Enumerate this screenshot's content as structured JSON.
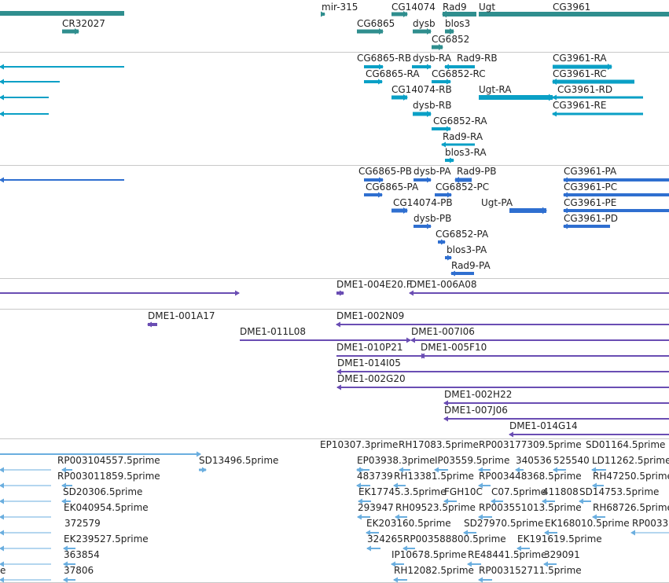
{
  "colors": {
    "gene": "#2f8e8e",
    "transcript": "#0aa0c6",
    "protein": "#2f6fd0",
    "clone": "#6a4db3",
    "est": "#6aaedf",
    "separator": "#c8c8c8",
    "label": "#222222"
  },
  "tracks": [
    {
      "name": "gene-track",
      "labels": [
        "CR32027",
        "mir-315",
        "CG14074",
        "Rad9",
        "Ugt",
        "CG3961",
        "CG6865",
        "dysb",
        "blos3",
        "CG6852"
      ]
    },
    {
      "name": "transcript-track",
      "labels": [
        "CG6865-RB",
        "dysb-RA",
        "Rad9-RB",
        "CG3961-RA",
        "CG6865-RA",
        "CG6852-RC",
        "CG3961-RC",
        "CG14074-RB",
        "Ugt-RA",
        "CG3961-RD",
        "dysb-RB",
        "CG3961-RE",
        "CG6852-RA",
        "Rad9-RA",
        "blos3-RA"
      ]
    },
    {
      "name": "protein-track",
      "labels": [
        "CG6865-PB",
        "dysb-PA",
        "Rad9-PB",
        "CG3961-PA",
        "CG6865-PA",
        "CG6852-PC",
        "CG3961-PC",
        "CG14074-PB",
        "Ugt-PA",
        "CG3961-PE",
        "dysb-PB",
        "CG3961-PD",
        "CG6852-PA",
        "blos3-PA",
        "Rad9-PA"
      ]
    },
    {
      "name": "clone-track",
      "labels": [
        "DME1-004E20.F",
        "DME1-006A08",
        "DME1-001A17",
        "DME1-002N09",
        "DME1-011L08",
        "DME1-007I06",
        "DME1-010P21",
        "DME1-005F10",
        "DME1-014I05",
        "DME1-002G20",
        "DME1-002H22",
        "DME1-007J06",
        "DME1-014G14"
      ]
    },
    {
      "name": "est-track",
      "labels": [
        "EP10307.3prime",
        "RH17083.5prime",
        "RP003177309.5prime",
        "SD01164.5prime",
        "RP003104557.5prime",
        "SD13496.5prime",
        "EP03938.3prime",
        "IP03559.5prime",
        "340536",
        "525540",
        "LD11262.5prime",
        "RP003011859.5prime",
        "483739",
        "RH13381.5prime",
        "RP003448368.5prime",
        "RH47250.5prime",
        "SD20306.5prime",
        "EK17745.3.5prime",
        "FGH10C",
        "C07.5prime",
        "411808",
        "SD14753.5prime",
        "EK040954.5prime",
        "293947",
        "RH09523.5prime",
        "RP003551013.5prime",
        "RH68726.5prime",
        "372579",
        "EK203160.5prime",
        "SD27970.5prime",
        "EK168010.5prime",
        "RP0033",
        "EK239527.5prime",
        "324265",
        "RP003588800.5prime",
        "EK191619.5prime",
        "363854",
        "IP10678.5prime",
        "RE48441.5prime",
        "329091",
        "e",
        "37806",
        "RH12082.5prime",
        "RP003152711.5prime"
      ]
    }
  ]
}
